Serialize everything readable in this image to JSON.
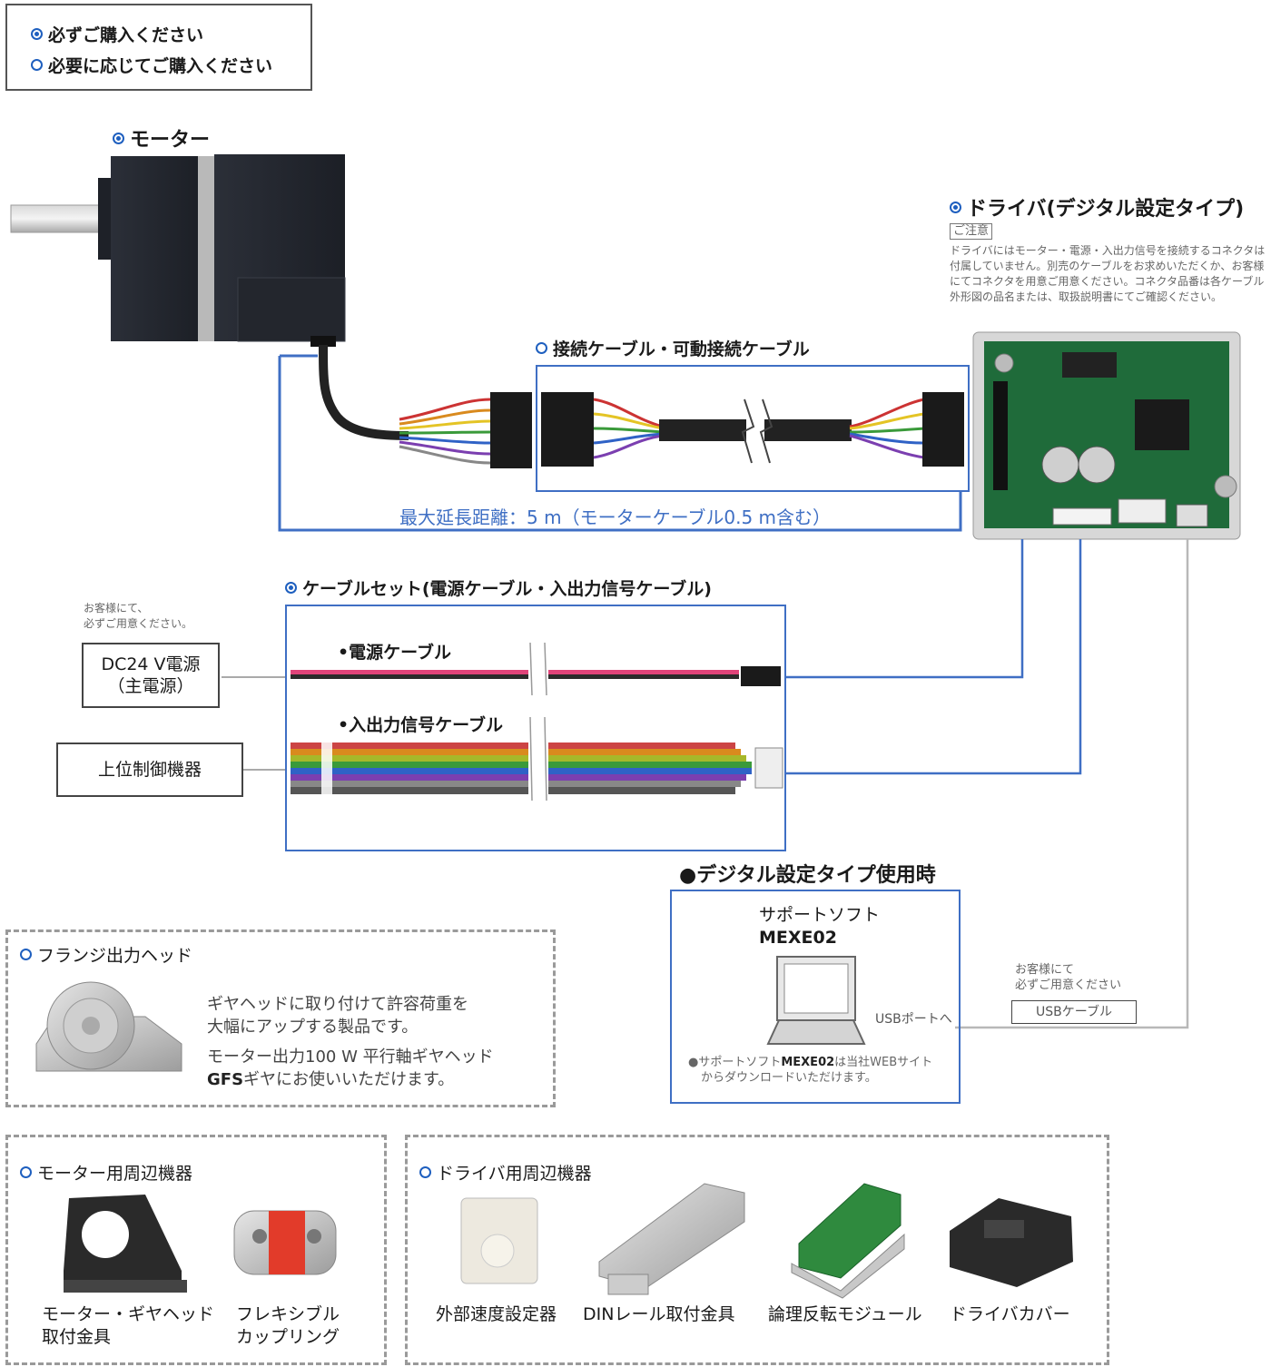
{
  "legend": {
    "required": "必ずご購入ください",
    "optional": "必要に応じてご購入ください"
  },
  "motor": {
    "title": "モーター"
  },
  "driver": {
    "title": "ドライバ(デジタル設定タイプ)",
    "note_label": "ご注意",
    "note_text": "ドライバにはモーター・電源・入出力信号を接続するコネクタは付属していません。別売のケーブルをお求めいただくか、お客様にてコネクタを用意ご用意ください。コネクタ品番は各ケーブル外形図の品名または、取扱説明書にてご確認ください。"
  },
  "connection_cable": {
    "title": "接続ケーブル・可動接続ケーブル",
    "max_distance": "最大延長距離：5 m（モーターケーブル0.5 m含む）"
  },
  "cable_set": {
    "title": "ケーブルセット(電源ケーブル・入出力信号ケーブル)",
    "power_cable": "•電源ケーブル",
    "io_cable": "•入出力信号ケーブル"
  },
  "power_supply": {
    "note_line1": "お客様にて、",
    "note_line2": "必ずご用意ください。",
    "label_line1": "DC24 V電源",
    "label_line2": "（主電源）"
  },
  "host_controller": {
    "label": "上位制御機器"
  },
  "digital_setting": {
    "title": "●デジタル設定タイプ使用時",
    "software_line1": "サポートソフト",
    "software_line2": "MEXE02",
    "usb_port": "USBポートへ",
    "footnote_prefix": "●サポートソフト",
    "footnote_bold": "MEXE02",
    "footnote_suffix": "は当社WEBサイト",
    "footnote_line2": "からダウンロードいただけます。"
  },
  "usb": {
    "note_line1": "お客様にて",
    "note_line2": "必ずご用意ください",
    "cable_label": "USBケーブル"
  },
  "flange": {
    "title": "フランジ出力ヘッド",
    "desc_line1": "ギヤヘッドに取り付けて許容荷重を",
    "desc_line2": "大幅にアップする製品です。",
    "desc_line3": "モーター出力100 W 平行軸ギヤヘッド",
    "desc_bold": "GFS",
    "desc_line4_suffix": "ギヤにお使いいただけます。"
  },
  "motor_accessories": {
    "title": "モーター用周辺機器",
    "item1_line1": "モーター・ギヤヘッド",
    "item1_line2": "取付金具",
    "item2_line1": "フレキシブル",
    "item2_line2": "カップリング"
  },
  "driver_accessories": {
    "title": "ドライバ用周辺機器",
    "items": [
      "外部速度設定器",
      "DINレール取付金具",
      "論理反転モジュール",
      "ドライバカバー"
    ]
  },
  "colors": {
    "accent_blue": "#3f6fc4",
    "dash_gray": "#9a9a9a"
  }
}
